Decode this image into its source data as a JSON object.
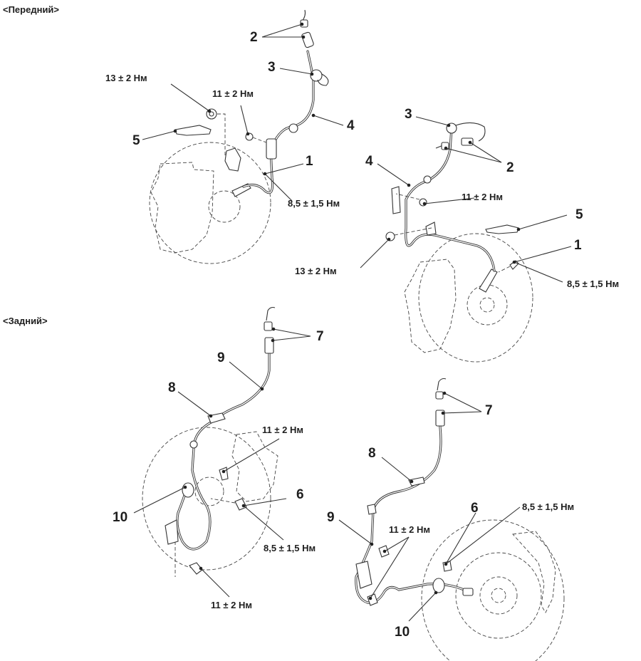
{
  "sections": {
    "front": {
      "title": "<Передний>"
    },
    "rear": {
      "title": "<Задний>"
    }
  },
  "front_left": {
    "callouts": {
      "n1": "1",
      "n2": "2",
      "n3": "3",
      "n4": "4",
      "n5": "5"
    },
    "torques": {
      "t13": "13 ± 2 Нм",
      "t11": "11 ± 2 Нм",
      "t85": "8,5 ± 1,5 Нм"
    }
  },
  "front_right": {
    "callouts": {
      "n1": "1",
      "n2": "2",
      "n3": "3",
      "n4": "4",
      "n5": "5"
    },
    "torques": {
      "t13": "13 ± 2 Нм",
      "t11": "11 ± 2 Нм",
      "t85": "8,5 ± 1,5 Нм"
    }
  },
  "rear_left": {
    "callouts": {
      "n6": "6",
      "n7": "7",
      "n8": "8",
      "n9": "9",
      "n10": "10"
    },
    "torques": {
      "t11a": "11 ± 2 Нм",
      "t85": "8,5 ± 1,5 Нм",
      "t11b": "11 ± 2 Нм"
    }
  },
  "rear_right": {
    "callouts": {
      "n6": "6",
      "n7": "7",
      "n8": "8",
      "n9": "9",
      "n10": "10"
    },
    "torques": {
      "t11": "11 ± 2 Нм",
      "t85": "8,5 ± 1,5 Нм"
    }
  }
}
